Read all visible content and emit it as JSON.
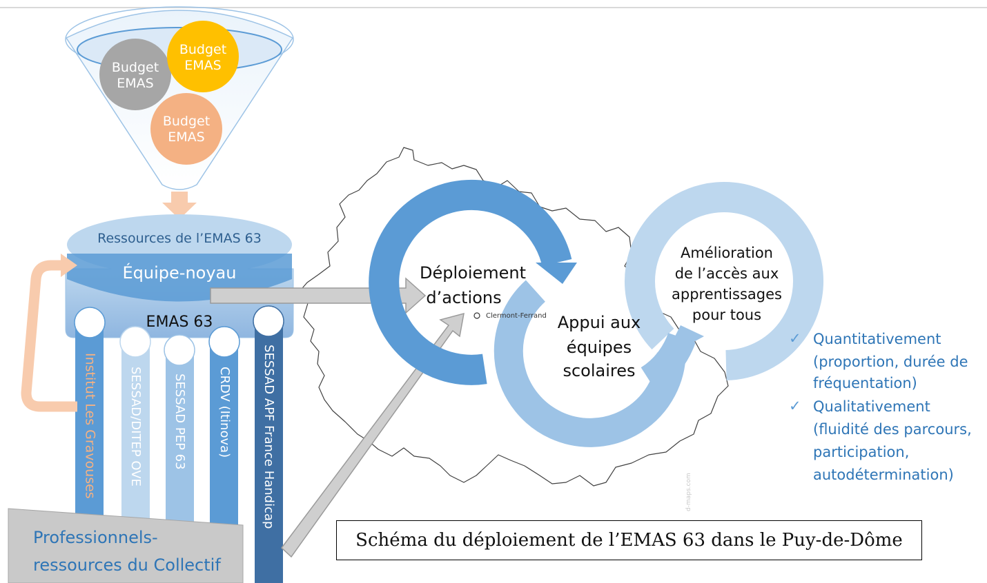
{
  "funnel": {
    "budget_grey": [
      "Budget",
      "EMAS"
    ],
    "budget_yellow": [
      "Budget",
      "EMAS"
    ],
    "budget_orange": [
      "Budget",
      "EMAS"
    ]
  },
  "resources": {
    "title": "Ressources de l’EMAS 63",
    "core_team": "Équipe-noyau",
    "emas": "EMAS 63"
  },
  "pillars": [
    "Institut Les Gravouses",
    "SESSAD/DITEP OVE",
    "SESSAD PEP 63",
    "CRDV (Itinova)",
    "SESSAD APF France Handicap"
  ],
  "collective": [
    "Professionnels-",
    "ressources du Collectif"
  ],
  "cycle": {
    "deploy": [
      "Déploiement",
      "d’actions"
    ],
    "support": [
      "Appui aux",
      "équipes",
      "scolaires"
    ],
    "improve": [
      "Amélioration",
      "de l’accès aux",
      "apprentissages",
      "pour tous"
    ]
  },
  "map": {
    "city": "Clermont-Ferrand",
    "watermark": "d-maps.com"
  },
  "outcomes": [
    {
      "check": "✓",
      "lines": [
        "Quantitativement",
        "(proportion, durée de",
        "fréquentation)"
      ]
    },
    {
      "check": "✓",
      "lines": [
        "Qualitativement",
        "(fluidité des parcours,",
        "participation,",
        "autodétermination)"
      ]
    }
  ],
  "caption": "Schéma du déploiement de l’EMAS 63 dans le Puy-de-Dôme",
  "colors": {
    "grey_budget": "#a6a6a6",
    "yellow_budget": "#ffc000",
    "orange_budget": "#f4b183",
    "blue_dark": "#5b9bd5",
    "blue_mid": "#9dc3e6",
    "blue_light": "#bdd7ee",
    "text_blue": "#2e75b6"
  }
}
